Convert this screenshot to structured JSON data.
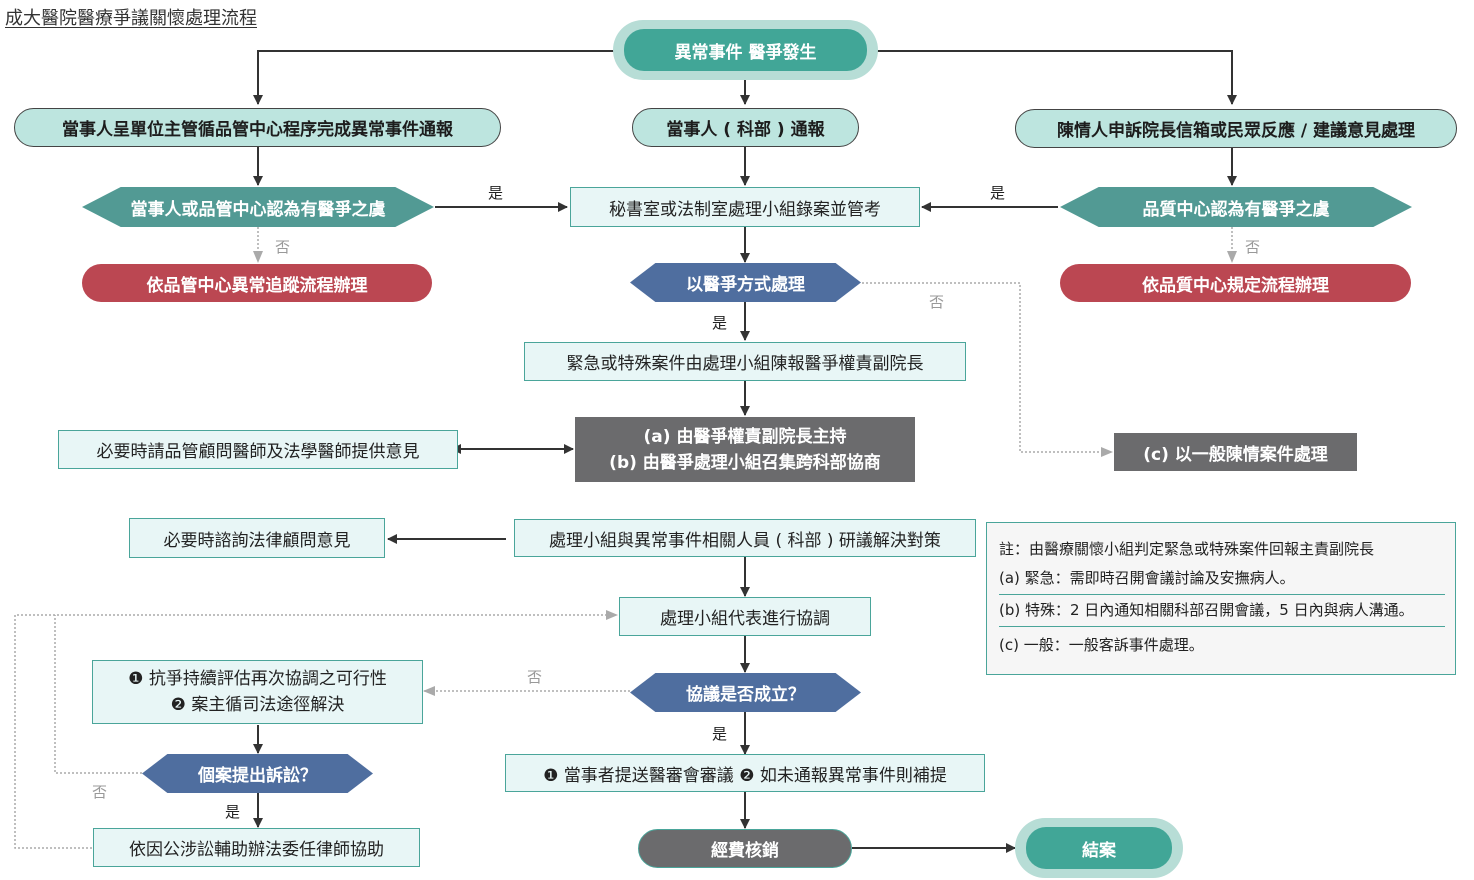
{
  "title": "成大醫院醫療爭議關懷處理流程",
  "colors": {
    "teal_start": "#41a697",
    "teal_ring": "#b7ddd6",
    "light_teal_fill": "#bde5df",
    "box_fill": "#e8f6f6",
    "box_border": "#4aa59a",
    "decision_teal": "#529a94",
    "decision_blue": "#4f6e9f",
    "red": "#bb4752",
    "dark_grey": "#6b6b6d"
  },
  "nodes": {
    "start": "異常事件  醫爭發生",
    "report_left": "當事人呈單位主管循品管中心程序完成異常事件通報",
    "report_center": "當事人 ( 科部 ) 通報",
    "report_right": "陳情人申訴院長信箱或民眾反應 / 建議意見處理",
    "decision_left": "當事人或品管中心認為有醫爭之虞",
    "decision_right": "品質中心認為有醫爭之虞",
    "secretary": "秘書室或法制室處理小組錄案並管考",
    "follow_left": "依品管中心異常追蹤流程辦理",
    "follow_right": "依品質中心規定流程辦理",
    "decision_dispute": "以醫爭方式處理",
    "urgent_report": "緊急或特殊案件由處理小組陳報醫爭權責副院長",
    "consult_doctors": "必要時請品管顧問醫師及法學醫師提供意見",
    "chair_a": "(a) 由醫爭權責副院長主持",
    "chair_b": "(b) 由醫爭處理小組召集跨科部協商",
    "general_case": "(c) 以一般陳情案件處理",
    "legal_advice": "必要時諮詢法律顧問意見",
    "discussion": "處理小組與異常事件相關人員 ( 科部 ) 研議解決對策",
    "mediation": "處理小組代表進行協調",
    "decision_agreement": "協議是否成立？",
    "failed_1": "❶ 抗爭持續評估再次協調之可行性",
    "failed_2": "❷ 案主循司法途徑解決",
    "decision_lawsuit": "個案提出訴訟？",
    "lawyer": "依因公涉訟輔助辦法委任律師協助",
    "success": "❶ 當事者提送醫審會審議  ❷ 如未通報異常事件則補提",
    "expense": "經費核銷",
    "end": "結案"
  },
  "edge_labels": {
    "yes": "是",
    "no": "否"
  },
  "note": {
    "heading": "註：由醫療關懷小組判定緊急或特殊案件回報主責副院長",
    "items": [
      "(a) 緊急：需即時召開會議討論及安撫病人。",
      "(b) 特殊：2 日內通知相關科部召開會議，5 日內與病人溝通。",
      "(c) 一般：一般客訴事件處理。"
    ]
  }
}
